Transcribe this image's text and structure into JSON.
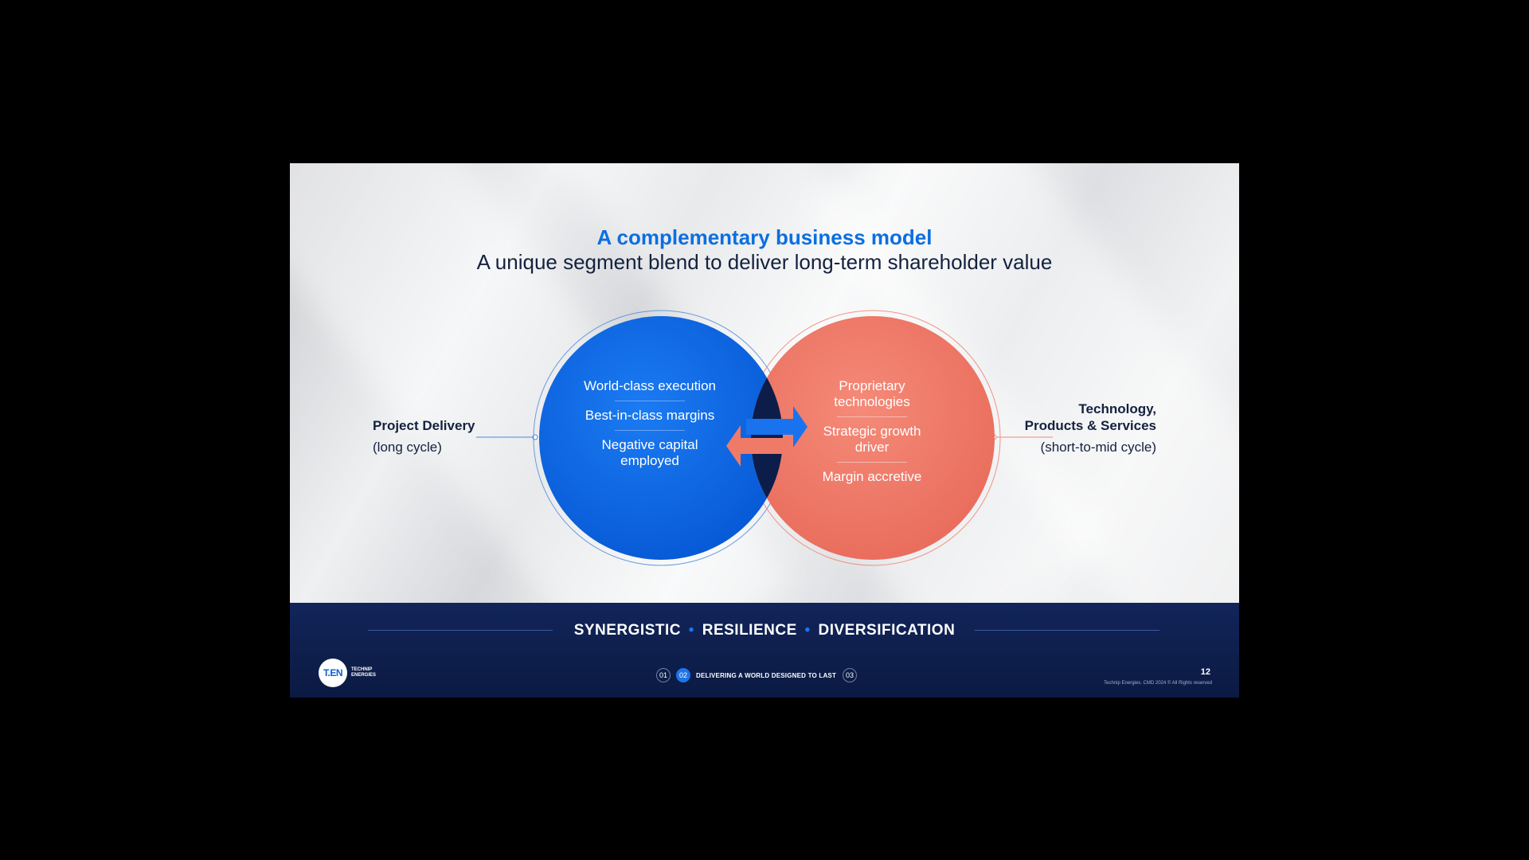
{
  "slide": {
    "title_accent": "A complementary business model",
    "title_main": "A unique segment blend to deliver long-term shareholder value"
  },
  "segments": {
    "left": {
      "name": "Project Delivery",
      "cycle": "(long cycle)",
      "items": [
        "World-class execution",
        "Best-in-class margins",
        "Negative capital employed"
      ]
    },
    "right": {
      "name_line1": "Technology,",
      "name_line2": "Products & Services",
      "cycle": "(short-to-mid cycle)",
      "items": [
        "Proprietary technologies",
        "Strategic growth driver",
        "Margin accretive"
      ]
    }
  },
  "footer": {
    "tagline": {
      "word1": "SYNERGISTIC",
      "word2": "RESILIENCE",
      "word3": "DIVERSIFICATION",
      "separator": "•"
    },
    "logo": {
      "badge": "T.EN",
      "line1": "TECHNIP",
      "line2": "ENERGIES"
    },
    "nav": {
      "item1": "01",
      "item2": "02",
      "item3": "03",
      "active_label": "DELIVERING A WORLD DESIGNED TO LAST"
    },
    "page_number": "12",
    "copyright": "Technip Energies. CMD 2024 © All Rights reserved"
  },
  "colors": {
    "accent_blue": "#0b6fe0",
    "circle_blue": "#0a63e6",
    "circle_coral": "#ef7766",
    "navy": "#14213f",
    "overlap": "#0c1d4a"
  },
  "icons": [
    "arrow-right-icon",
    "arrow-left-icon"
  ]
}
